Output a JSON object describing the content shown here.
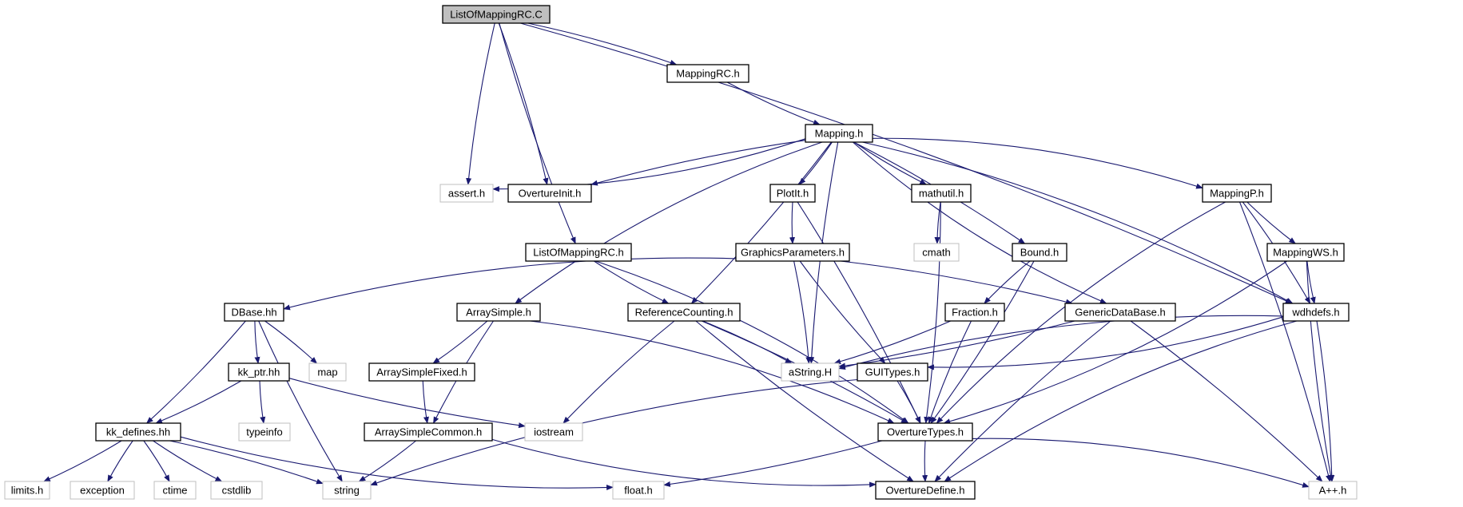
{
  "graph": {
    "colors": {
      "edge": "#191970",
      "node_border": "#000000",
      "external_border": "#bfbfbf",
      "root_fill": "#bfbfbf",
      "node_fill": "#ffffff",
      "text": "#000000"
    },
    "nodes": [
      {
        "id": "root",
        "label": "ListOfMappingRC.C",
        "kind": "root"
      },
      {
        "id": "mappingrc_h",
        "label": "MappingRC.h",
        "kind": "file"
      },
      {
        "id": "mapping_h",
        "label": "Mapping.h",
        "kind": "file"
      },
      {
        "id": "assert_h",
        "label": "assert.h",
        "kind": "external"
      },
      {
        "id": "overtureinit_h",
        "label": "OvertureInit.h",
        "kind": "file"
      },
      {
        "id": "plotit_h",
        "label": "PlotIt.h",
        "kind": "file"
      },
      {
        "id": "mathutil_h",
        "label": "mathutil.h",
        "kind": "file"
      },
      {
        "id": "mappingp_h",
        "label": "MappingP.h",
        "kind": "file"
      },
      {
        "id": "cmath",
        "label": "cmath",
        "kind": "external"
      },
      {
        "id": "listofmappingrc_h",
        "label": "ListOfMappingRC.h",
        "kind": "file"
      },
      {
        "id": "graphicsparameters_h",
        "label": "GraphicsParameters.h",
        "kind": "file"
      },
      {
        "id": "bound_h",
        "label": "Bound.h",
        "kind": "file"
      },
      {
        "id": "mappingws_h",
        "label": "MappingWS.h",
        "kind": "file"
      },
      {
        "id": "dbase_hh",
        "label": "DBase.hh",
        "kind": "file"
      },
      {
        "id": "arraysimple_h",
        "label": "ArraySimple.h",
        "kind": "file"
      },
      {
        "id": "referencecounting_h",
        "label": "ReferenceCounting.h",
        "kind": "file"
      },
      {
        "id": "fraction_h",
        "label": "Fraction.h",
        "kind": "file"
      },
      {
        "id": "genericdatabase_h",
        "label": "GenericDataBase.h",
        "kind": "file"
      },
      {
        "id": "wdhdefs_h",
        "label": "wdhdefs.h",
        "kind": "file"
      },
      {
        "id": "map",
        "label": "map",
        "kind": "external"
      },
      {
        "id": "kk_ptr_hh",
        "label": "kk_ptr.hh",
        "kind": "file"
      },
      {
        "id": "arraysimplefixed_h",
        "label": "ArraySimpleFixed.h",
        "kind": "file"
      },
      {
        "id": "astring_h",
        "label": "aString.H",
        "kind": "external"
      },
      {
        "id": "guitypes_h",
        "label": "GUITypes.h",
        "kind": "file"
      },
      {
        "id": "typeinfo",
        "label": "typeinfo",
        "kind": "external"
      },
      {
        "id": "iostream",
        "label": "iostream",
        "kind": "external"
      },
      {
        "id": "kk_defines_hh",
        "label": "kk_defines.hh",
        "kind": "file"
      },
      {
        "id": "arraysimplecommon_h",
        "label": "ArraySimpleCommon.h",
        "kind": "file"
      },
      {
        "id": "overturetypes_h",
        "label": "OvertureTypes.h",
        "kind": "file"
      },
      {
        "id": "limits_h",
        "label": "limits.h",
        "kind": "external"
      },
      {
        "id": "exception",
        "label": "exception",
        "kind": "external"
      },
      {
        "id": "ctime",
        "label": "ctime",
        "kind": "external"
      },
      {
        "id": "cstdlib",
        "label": "cstdlib",
        "kind": "external"
      },
      {
        "id": "string",
        "label": "string",
        "kind": "external"
      },
      {
        "id": "float_h",
        "label": "float.h",
        "kind": "external"
      },
      {
        "id": "overturedefine_h",
        "label": "OvertureDefine.h",
        "kind": "file"
      },
      {
        "id": "aplusplus_h",
        "label": "A++.h",
        "kind": "external"
      }
    ],
    "edges": [
      {
        "from": "root",
        "to": "mappingrc_h"
      },
      {
        "from": "root",
        "to": "assert_h"
      },
      {
        "from": "root",
        "to": "overtureinit_h"
      },
      {
        "from": "root",
        "to": "listofmappingrc_h"
      },
      {
        "from": "root",
        "to": "wdhdefs_h"
      },
      {
        "from": "mappingrc_h",
        "to": "mapping_h"
      },
      {
        "from": "mapping_h",
        "to": "assert_h"
      },
      {
        "from": "mapping_h",
        "to": "overtureinit_h"
      },
      {
        "from": "mapping_h",
        "to": "plotit_h"
      },
      {
        "from": "mapping_h",
        "to": "mathutil_h"
      },
      {
        "from": "mapping_h",
        "to": "mappingp_h"
      },
      {
        "from": "mapping_h",
        "to": "arraysimple_h"
      },
      {
        "from": "mapping_h",
        "to": "referencecounting_h"
      },
      {
        "from": "mapping_h",
        "to": "astring_h"
      },
      {
        "from": "mapping_h",
        "to": "bound_h"
      },
      {
        "from": "mapping_h",
        "to": "genericdatabase_h"
      },
      {
        "from": "mapping_h",
        "to": "wdhdefs_h"
      },
      {
        "from": "plotit_h",
        "to": "graphicsparameters_h"
      },
      {
        "from": "plotit_h",
        "to": "overturetypes_h"
      },
      {
        "from": "mathutil_h",
        "to": "cmath"
      },
      {
        "from": "mathutil_h",
        "to": "overturetypes_h"
      },
      {
        "from": "mappingp_h",
        "to": "mappingws_h"
      },
      {
        "from": "mappingp_h",
        "to": "wdhdefs_h"
      },
      {
        "from": "mappingp_h",
        "to": "overturetypes_h"
      },
      {
        "from": "mappingp_h",
        "to": "aplusplus_h"
      },
      {
        "from": "listofmappingrc_h",
        "to": "referencecounting_h"
      },
      {
        "from": "listofmappingrc_h",
        "to": "overturetypes_h"
      },
      {
        "from": "graphicsparameters_h",
        "to": "dbase_hh"
      },
      {
        "from": "graphicsparameters_h",
        "to": "astring_h"
      },
      {
        "from": "graphicsparameters_h",
        "to": "guitypes_h"
      },
      {
        "from": "graphicsparameters_h",
        "to": "genericdatabase_h"
      },
      {
        "from": "bound_h",
        "to": "fraction_h"
      },
      {
        "from": "bound_h",
        "to": "overturetypes_h"
      },
      {
        "from": "mappingws_h",
        "to": "wdhdefs_h"
      },
      {
        "from": "mappingws_h",
        "to": "overturetypes_h"
      },
      {
        "from": "mappingws_h",
        "to": "aplusplus_h"
      },
      {
        "from": "dbase_hh",
        "to": "map"
      },
      {
        "from": "dbase_hh",
        "to": "kk_ptr_hh"
      },
      {
        "from": "dbase_hh",
        "to": "kk_defines_hh"
      },
      {
        "from": "dbase_hh",
        "to": "string"
      },
      {
        "from": "arraysimple_h",
        "to": "arraysimplefixed_h"
      },
      {
        "from": "arraysimple_h",
        "to": "arraysimplecommon_h"
      },
      {
        "from": "arraysimple_h",
        "to": "overturetypes_h"
      },
      {
        "from": "arraysimplefixed_h",
        "to": "arraysimplecommon_h"
      },
      {
        "from": "referencecounting_h",
        "to": "astring_h"
      },
      {
        "from": "referencecounting_h",
        "to": "iostream"
      },
      {
        "from": "referencecounting_h",
        "to": "overturetypes_h"
      },
      {
        "from": "referencecounting_h",
        "to": "overturedefine_h"
      },
      {
        "from": "fraction_h",
        "to": "astring_h"
      },
      {
        "from": "fraction_h",
        "to": "overturetypes_h"
      },
      {
        "from": "genericdatabase_h",
        "to": "astring_h"
      },
      {
        "from": "genericdatabase_h",
        "to": "overturedefine_h"
      },
      {
        "from": "genericdatabase_h",
        "to": "aplusplus_h"
      },
      {
        "from": "wdhdefs_h",
        "to": "astring_h"
      },
      {
        "from": "wdhdefs_h",
        "to": "guitypes_h"
      },
      {
        "from": "wdhdefs_h",
        "to": "overturedefine_h"
      },
      {
        "from": "wdhdefs_h",
        "to": "aplusplus_h"
      },
      {
        "from": "kk_ptr_hh",
        "to": "typeinfo"
      },
      {
        "from": "kk_ptr_hh",
        "to": "kk_defines_hh"
      },
      {
        "from": "kk_ptr_hh",
        "to": "iostream"
      },
      {
        "from": "guitypes_h",
        "to": "overturetypes_h"
      },
      {
        "from": "guitypes_h",
        "to": "string"
      },
      {
        "from": "kk_defines_hh",
        "to": "limits_h"
      },
      {
        "from": "kk_defines_hh",
        "to": "exception"
      },
      {
        "from": "kk_defines_hh",
        "to": "ctime"
      },
      {
        "from": "kk_defines_hh",
        "to": "cstdlib"
      },
      {
        "from": "kk_defines_hh",
        "to": "string"
      },
      {
        "from": "kk_defines_hh",
        "to": "float_h"
      },
      {
        "from": "arraysimplecommon_h",
        "to": "string"
      },
      {
        "from": "arraysimplecommon_h",
        "to": "overturedefine_h"
      },
      {
        "from": "overturetypes_h",
        "to": "float_h"
      },
      {
        "from": "overturetypes_h",
        "to": "overturedefine_h"
      },
      {
        "from": "overturetypes_h",
        "to": "aplusplus_h"
      }
    ]
  }
}
